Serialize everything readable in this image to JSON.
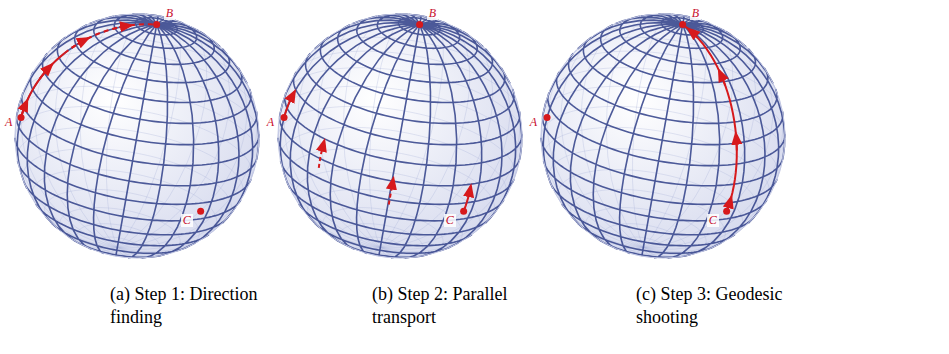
{
  "diagram": {
    "labels": [
      "A",
      "B",
      "C",
      "(a) Step 1: Direction finding",
      "A",
      "B",
      "C",
      "(b) Step 2: Parallel transport",
      "A",
      "B",
      "C",
      "(c) Step 3: Geodesic shooting"
    ]
  }
}
